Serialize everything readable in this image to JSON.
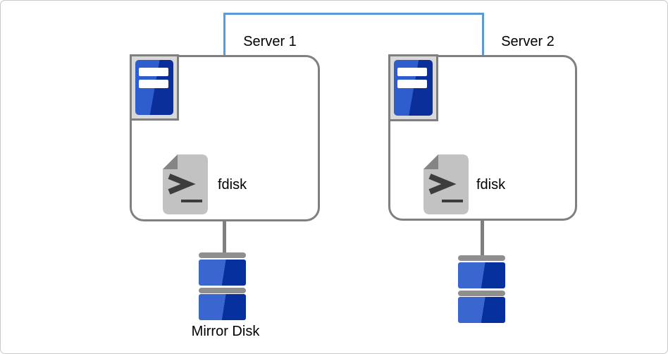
{
  "colors": {
    "canvas-border": "#c9c9c9",
    "link-blue": "#5b9bd5",
    "box-border": "#808080",
    "frame-border": "#7f7f7f",
    "frame-fill": "#d9d9d9",
    "server-blue-light": "#2e5ecd",
    "server-blue-dark": "#0b2f9a",
    "disk-blue-light": "#3a67cf",
    "disk-blue-dark": "#06309e",
    "disk-cap": "#8f8f8f",
    "stem-gray": "#7f7f7f",
    "page-gray": "#c2c2c2",
    "page-fold": "#858585",
    "glyph-dark": "#3d3d3d"
  },
  "icons": {
    "server": "server-icon",
    "terminal": "terminal-prompt-icon",
    "disk": "disk-stack-icon",
    "link": "network-link-line"
  },
  "servers": [
    {
      "label": "Server 1",
      "tool": "fdisk"
    },
    {
      "label": "Server 2",
      "tool": "fdisk"
    }
  ],
  "disks": [
    {
      "label": "Mirror Disk"
    },
    {
      "label": ""
    }
  ]
}
